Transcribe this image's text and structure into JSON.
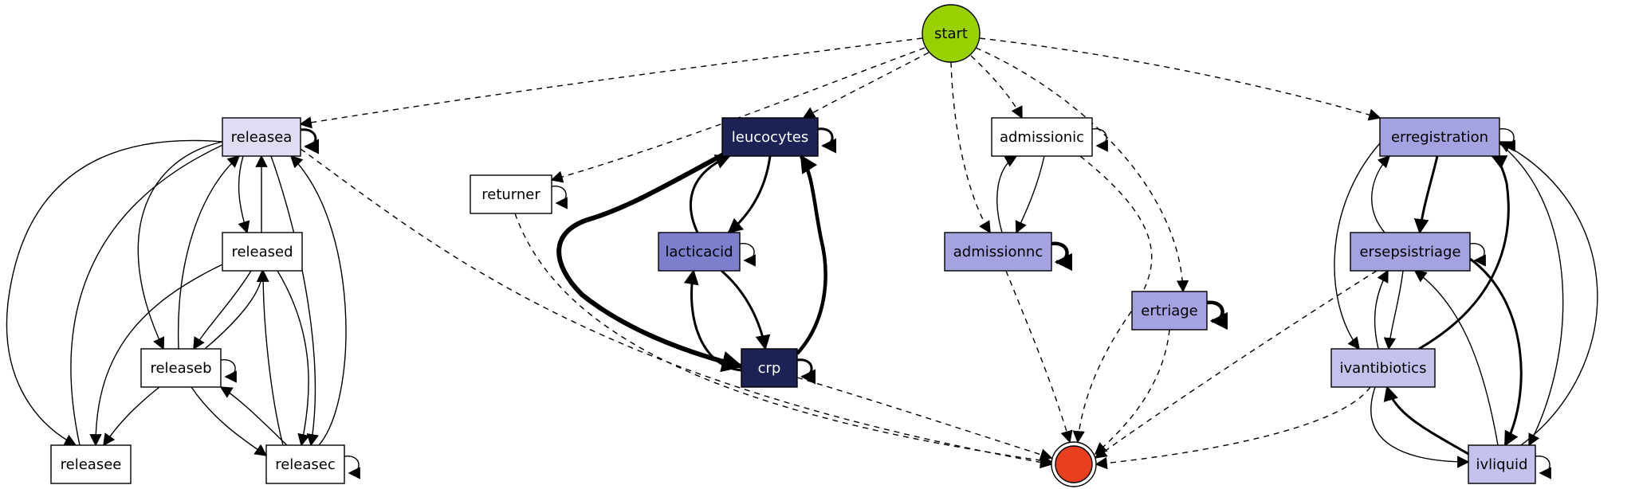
{
  "nodes": {
    "start": {
      "label": "start",
      "fill": "#99d000",
      "kind": "start"
    },
    "end": {
      "label": "",
      "fill": "#e8401f",
      "kind": "end"
    },
    "releasea": {
      "label": "releasea",
      "fill": "#e0dcf4",
      "text": "#000000"
    },
    "released": {
      "label": "released",
      "fill": "#ffffff",
      "text": "#000000"
    },
    "releaseb": {
      "label": "releaseb",
      "fill": "#ffffff",
      "text": "#000000"
    },
    "releasee": {
      "label": "releasee",
      "fill": "#ffffff",
      "text": "#000000"
    },
    "releasec": {
      "label": "releasec",
      "fill": "#ffffff",
      "text": "#000000"
    },
    "returner": {
      "label": "returner",
      "fill": "#ffffff",
      "text": "#000000"
    },
    "leucocytes": {
      "label": "leucocytes",
      "fill": "#1c2254",
      "text": "#ffffff"
    },
    "lacticacid": {
      "label": "lacticacid",
      "fill": "#7b7fcc",
      "text": "#000000"
    },
    "crp": {
      "label": "crp",
      "fill": "#1c2254",
      "text": "#ffffff"
    },
    "admissionic": {
      "label": "admissionic",
      "fill": "#ffffff",
      "text": "#000000"
    },
    "admissionnc": {
      "label": "admissionnc",
      "fill": "#a4a2e0",
      "text": "#000000"
    },
    "ertriage": {
      "label": "ertriage",
      "fill": "#a4a2e0",
      "text": "#000000"
    },
    "erregistration": {
      "label": "erregistration",
      "fill": "#a4a2e0",
      "text": "#000000"
    },
    "ersepsistriage": {
      "label": "ersepsistriage",
      "fill": "#a4a2e0",
      "text": "#000000"
    },
    "ivantibiotics": {
      "label": "ivantibiotics",
      "fill": "#c4c2ec",
      "text": "#000000"
    },
    "ivliquid": {
      "label": "ivliquid",
      "fill": "#c4c2ec",
      "text": "#000000"
    }
  },
  "edges": [
    {
      "from": "start",
      "to": "releasea",
      "style": "dashed"
    },
    {
      "from": "start",
      "to": "returner",
      "style": "dashed"
    },
    {
      "from": "start",
      "to": "leucocytes",
      "style": "dashed"
    },
    {
      "from": "start",
      "to": "admissionic",
      "style": "dashed"
    },
    {
      "from": "start",
      "to": "admissionnc",
      "style": "dashed"
    },
    {
      "from": "start",
      "to": "ertriage",
      "style": "dashed"
    },
    {
      "from": "start",
      "to": "erregistration",
      "style": "dashed"
    },
    {
      "from": "releasea",
      "to": "end",
      "style": "dashed"
    },
    {
      "from": "returner",
      "to": "end",
      "style": "dashed"
    },
    {
      "from": "crp",
      "to": "end",
      "style": "dashed"
    },
    {
      "from": "admissionic",
      "to": "end",
      "style": "dashed"
    },
    {
      "from": "admissionnc",
      "to": "end",
      "style": "dashed"
    },
    {
      "from": "ertriage",
      "to": "end",
      "style": "dashed"
    },
    {
      "from": "ersepsistriage",
      "to": "end",
      "style": "dashed"
    },
    {
      "from": "ivantibiotics",
      "to": "end",
      "style": "dashed"
    },
    {
      "from": "releasea",
      "to": "releasea",
      "style": "med"
    },
    {
      "from": "releasea",
      "to": "released",
      "style": "thin"
    },
    {
      "from": "released",
      "to": "releasea",
      "style": "thin"
    },
    {
      "from": "releasea",
      "to": "releaseb",
      "style": "thin"
    },
    {
      "from": "releaseb",
      "to": "releasea",
      "style": "thin"
    },
    {
      "from": "releasea",
      "to": "releasee",
      "style": "thin"
    },
    {
      "from": "releasee",
      "to": "releasea",
      "style": "thin"
    },
    {
      "from": "releasea",
      "to": "releasec",
      "style": "thin"
    },
    {
      "from": "releasec",
      "to": "releasea",
      "style": "thin"
    },
    {
      "from": "released",
      "to": "releaseb",
      "style": "thin"
    },
    {
      "from": "releaseb",
      "to": "released",
      "style": "thin"
    },
    {
      "from": "released",
      "to": "releasee",
      "style": "thin"
    },
    {
      "from": "released",
      "to": "releasec",
      "style": "thin"
    },
    {
      "from": "releasec",
      "to": "released",
      "style": "thin"
    },
    {
      "from": "releaseb",
      "to": "releaseb",
      "style": "thin"
    },
    {
      "from": "releaseb",
      "to": "releasee",
      "style": "thin"
    },
    {
      "from": "releaseb",
      "to": "releasec",
      "style": "thin"
    },
    {
      "from": "releasec",
      "to": "releaseb",
      "style": "thin"
    },
    {
      "from": "releasec",
      "to": "releasec",
      "style": "thin"
    },
    {
      "from": "returner",
      "to": "returner",
      "style": "thin"
    },
    {
      "from": "leucocytes",
      "to": "leucocytes",
      "style": "med"
    },
    {
      "from": "leucocytes",
      "to": "lacticacid",
      "style": "med"
    },
    {
      "from": "lacticacid",
      "to": "leucocytes",
      "style": "med"
    },
    {
      "from": "leucocytes",
      "to": "crp",
      "style": "vthick"
    },
    {
      "from": "crp",
      "to": "leucocytes",
      "style": "thick"
    },
    {
      "from": "lacticacid",
      "to": "lacticacid",
      "style": "thin"
    },
    {
      "from": "lacticacid",
      "to": "crp",
      "style": "med"
    },
    {
      "from": "crp",
      "to": "lacticacid",
      "style": "med"
    },
    {
      "from": "crp",
      "to": "crp",
      "style": "med"
    },
    {
      "from": "admissionic",
      "to": "admissionic",
      "style": "thin"
    },
    {
      "from": "admissionic",
      "to": "admissionnc",
      "style": "thin"
    },
    {
      "from": "admissionnc",
      "to": "admissionic",
      "style": "thin"
    },
    {
      "from": "admissionnc",
      "to": "admissionnc",
      "style": "thick"
    },
    {
      "from": "ertriage",
      "to": "ertriage",
      "style": "thick"
    },
    {
      "from": "erregistration",
      "to": "erregistration",
      "style": "thin"
    },
    {
      "from": "erregistration",
      "to": "ersepsistriage",
      "style": "med"
    },
    {
      "from": "ersepsistriage",
      "to": "erregistration",
      "style": "thin"
    },
    {
      "from": "erregistration",
      "to": "ivantibiotics",
      "style": "thin"
    },
    {
      "from": "ivantibiotics",
      "to": "erregistration",
      "style": "med"
    },
    {
      "from": "erregistration",
      "to": "ivliquid",
      "style": "thin"
    },
    {
      "from": "ivliquid",
      "to": "erregistration",
      "style": "thin"
    },
    {
      "from": "ersepsistriage",
      "to": "ersepsistriage",
      "style": "thin"
    },
    {
      "from": "ersepsistriage",
      "to": "ivantibiotics",
      "style": "thin"
    },
    {
      "from": "ivantibiotics",
      "to": "ersepsistriage",
      "style": "thin"
    },
    {
      "from": "ersepsistriage",
      "to": "ivliquid",
      "style": "med"
    },
    {
      "from": "ivliquid",
      "to": "ersepsistriage",
      "style": "thin"
    },
    {
      "from": "ivantibiotics",
      "to": "ivliquid",
      "style": "thin"
    },
    {
      "from": "ivliquid",
      "to": "ivantibiotics",
      "style": "med"
    },
    {
      "from": "ivliquid",
      "to": "ivliquid",
      "style": "thin"
    }
  ]
}
